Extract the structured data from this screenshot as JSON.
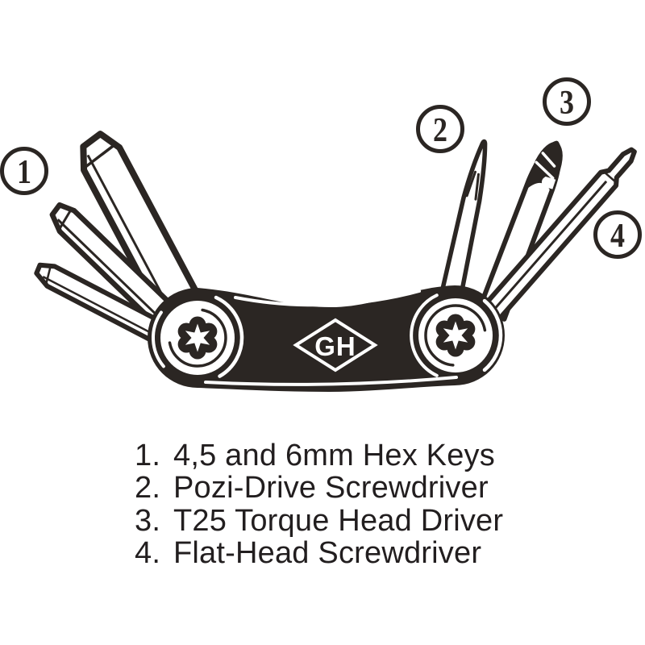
{
  "brand": {
    "monogram": "GH"
  },
  "callouts": [
    {
      "number": "1"
    },
    {
      "number": "2"
    },
    {
      "number": "3"
    },
    {
      "number": "4"
    }
  ],
  "legend": {
    "items": [
      {
        "number": "1.",
        "label": "4,5 and 6mm Hex Keys"
      },
      {
        "number": "2.",
        "label": "Pozi-Drive Screwdriver"
      },
      {
        "number": "3.",
        "label": "T25 Torque Head Driver"
      },
      {
        "number": "4.",
        "label": "Flat-Head Screwdriver"
      }
    ]
  },
  "colors": {
    "ink": "#2b2623",
    "background": "#ffffff"
  }
}
